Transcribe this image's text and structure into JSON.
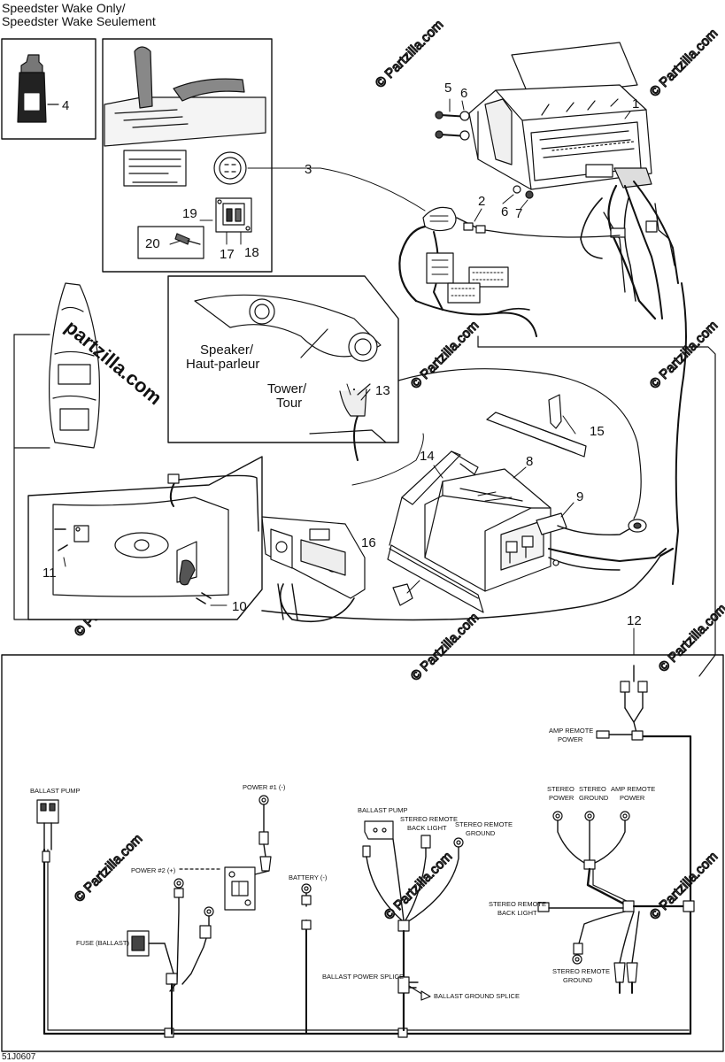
{
  "header": {
    "line1": "Speedster Wake Only/",
    "line2": "Speedster Wake Seulement"
  },
  "footer_code": "51J0607",
  "watermark": {
    "text": "© Partzilla.com",
    "logo_text": "partzilla.com"
  },
  "parts": {
    "p1": "1",
    "p2": "2",
    "p3": "3",
    "p4": "4",
    "p5": "5",
    "p6": "6",
    "p6b": "6",
    "p7": "7",
    "p8": "8",
    "p9": "9",
    "p10": "10",
    "p11": "11",
    "p12": "12",
    "p13": "13",
    "p14": "14",
    "p15": "15",
    "p16": "16",
    "p17": "17",
    "p18": "18",
    "p19": "19",
    "p20": "20"
  },
  "labels": {
    "speaker_1": "Speaker/",
    "speaker_2": "Haut-parleur",
    "tower_1": "Tower/",
    "tower_2": "Tour"
  },
  "wiring": {
    "ballast_pump_left": "BALLAST PUMP",
    "power1": "POWER #1 (-)",
    "power2": "POWER #2 (+)",
    "battery": "BATTERY (-)",
    "fuse": "FUSE (BALLAST)",
    "ballast_pump_mid": "BALLAST PUMP",
    "stereo_remote_back_light_1": "STEREO REMOTE",
    "stereo_remote_back_light_2": "BACK LIGHT",
    "stereo_remote_ground_1": "STEREO REMOTE",
    "stereo_remote_ground_2": "GROUND",
    "ballast_power_splice": "BALLAST POWER SPLICE",
    "ballast_ground_splice": "BALLAST GROUND SPLICE",
    "amp_remote_power_1": "AMP REMOTE",
    "amp_remote_power_2": "POWER",
    "stereo_power_1": "STEREO",
    "stereo_power_2": "POWER",
    "stereo_ground_1": "STEREO",
    "stereo_ground_2": "GROUND",
    "amp_remote_power_right_1": "AMP REMOTE",
    "amp_remote_power_right_2": "POWER",
    "stereo_remote_back_light_right_1": "STEREO REMOTE",
    "stereo_remote_back_light_right_2": "BACK LIGHT",
    "stereo_remote_ground_right_1": "STEREO REMOTE",
    "stereo_remote_ground_right_2": "GROUND"
  }
}
